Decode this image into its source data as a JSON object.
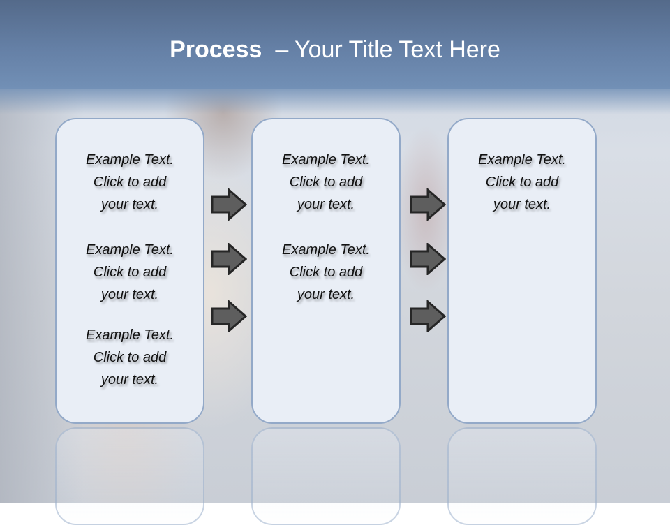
{
  "slide": {
    "title_bold": "Process",
    "title_rest": "  – Your Title Text Here"
  },
  "columns": [
    {
      "items": [
        {
          "line1": "Example Text.",
          "line2": "Click  to add",
          "line3": "your text."
        },
        {
          "line1": "Example Text.",
          "line2": "Click  to add",
          "line3": "your text."
        },
        {
          "line1": "Example Text.",
          "line2": "Click  to add",
          "line3": "your text."
        }
      ]
    },
    {
      "items": [
        {
          "line1": "Example Text.",
          "line2": "Click  to add",
          "line3": "your text."
        },
        {
          "line1": "Example Text.",
          "line2": "Click  to add",
          "line3": "your text."
        }
      ]
    },
    {
      "items": [
        {
          "line1": "Example Text.",
          "line2": "Click  to add",
          "line3": "your text."
        }
      ]
    }
  ],
  "arrows": {
    "icon": "right-arrow-icon",
    "count_per_gap": 3,
    "fill": "#5e5e5e",
    "stroke": "#262626"
  },
  "colors": {
    "header_top": "#546a8a",
    "header_bottom": "#7290b6",
    "box_fill": "#e9eef6",
    "box_border": "#93a9c8"
  }
}
